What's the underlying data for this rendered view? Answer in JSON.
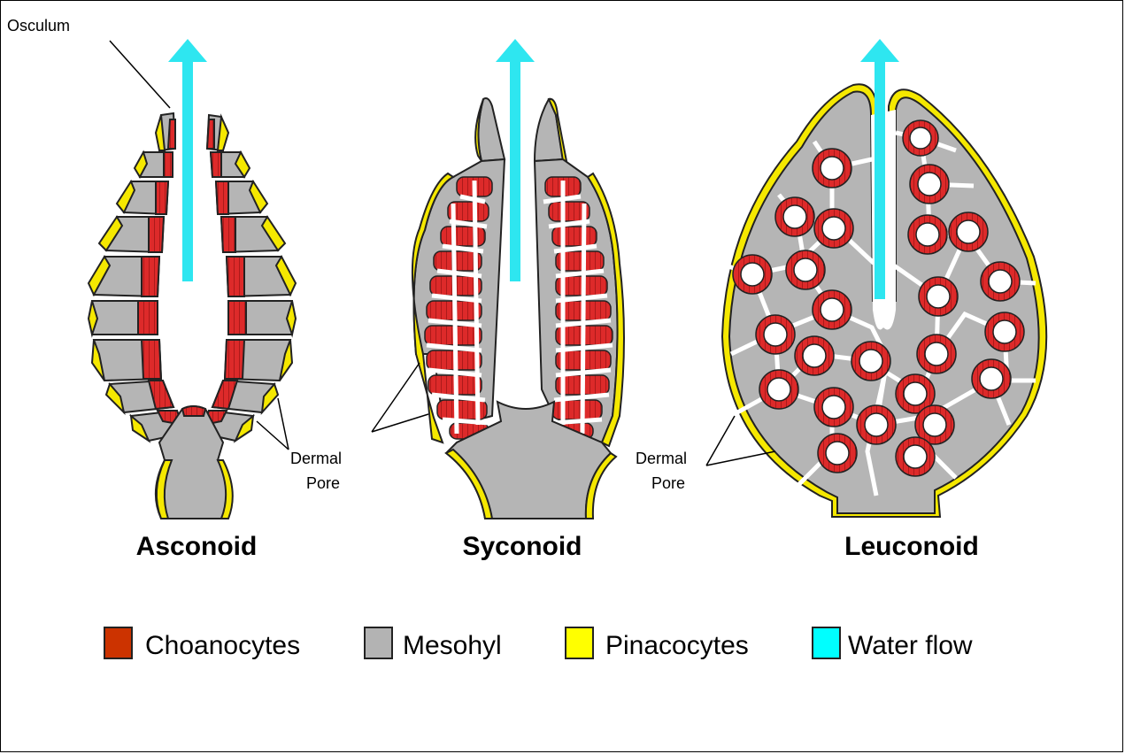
{
  "labels": {
    "osculum": "Osculum",
    "dermal_pore_1_line1": "Dermal",
    "dermal_pore_1_line2": "Pore",
    "dermal_pore_2_line1": "Dermal",
    "dermal_pore_2_line2": "Pore"
  },
  "titles": {
    "asconoid": "Asconoid",
    "syconoid": "Syconoid",
    "leuconoid": "Leuconoid"
  },
  "legend": [
    {
      "label": "Choanocytes",
      "color": "#cc3300"
    },
    {
      "label": "Mesohyl",
      "color": "#b3b3b3"
    },
    {
      "label": "Pinacocytes",
      "color": "#ffff00"
    },
    {
      "label": "Water flow",
      "color": "#00ffff"
    }
  ],
  "colors": {
    "choanocyte": "#dd2a2a",
    "mesohyl": "#b5b5b5",
    "pinacocyte": "#f5e800",
    "water": "#2ee6f0"
  }
}
